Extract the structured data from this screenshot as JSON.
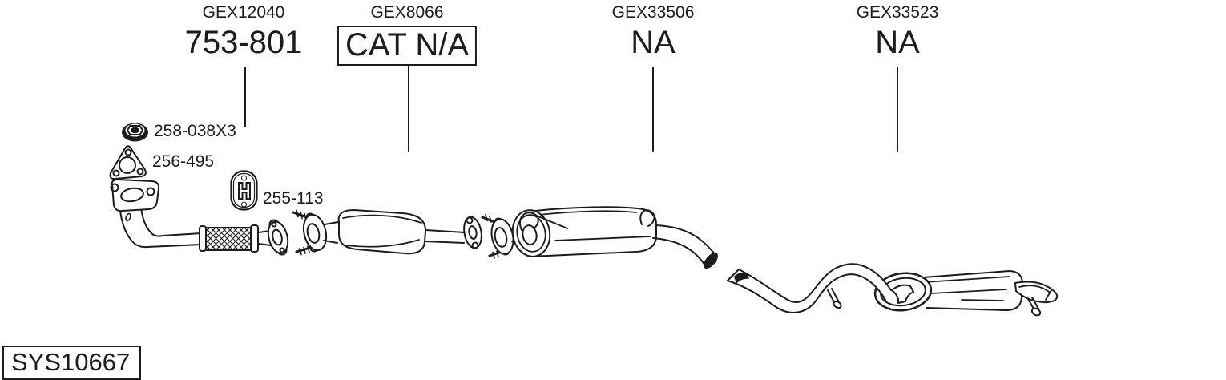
{
  "page": {
    "background": "#ffffff",
    "ink": "#1c1c1c"
  },
  "system_code": "SYS10667",
  "sections": [
    {
      "ref": "GEX12040",
      "part": "753-801",
      "boxed": false
    },
    {
      "ref": "GEX8066",
      "part": "CAT N/A",
      "boxed": true
    },
    {
      "ref": "GEX33506",
      "part": "NA",
      "boxed": false
    },
    {
      "ref": "GEX33523",
      "part": "NA",
      "boxed": false
    }
  ],
  "fittings": [
    {
      "part": "258-038X3",
      "icon": "flange-nut-icon"
    },
    {
      "part": "256-495",
      "icon": "gasket-icon"
    },
    {
      "part": "255-113",
      "icon": "rubber-hanger-icon"
    }
  ],
  "drawing_parts": [
    "front-flange",
    "front-downpipe",
    "flex-braid",
    "front-pipe-flange",
    "catalytic-converter",
    "cat-outlet-flange",
    "middle-muffler-inlet-flange",
    "middle-muffler",
    "middle-outlet-pipe",
    "rear-connecting-pipe",
    "rear-muffler",
    "tailpipe"
  ]
}
